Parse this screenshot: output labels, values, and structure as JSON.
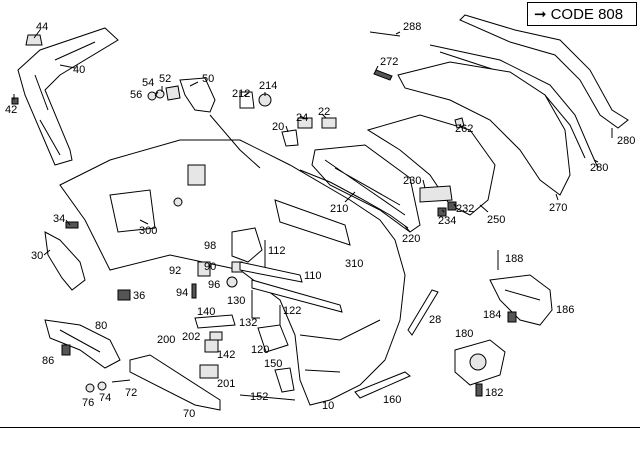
{
  "header": {
    "code_label": "CODE 808"
  },
  "parts": [
    "44",
    "40",
    "42",
    "54",
    "52",
    "50",
    "56",
    "212",
    "214",
    "24",
    "22",
    "20",
    "288",
    "272",
    "280",
    "262",
    "250",
    "270",
    "230",
    "232",
    "234",
    "210",
    "220",
    "300",
    "34",
    "30",
    "98",
    "112",
    "90",
    "92",
    "96",
    "94",
    "110",
    "310",
    "36",
    "130",
    "132",
    "122",
    "140",
    "80",
    "86",
    "200",
    "202",
    "142",
    "120",
    "150",
    "28",
    "152",
    "72",
    "76",
    "74",
    "70",
    "201",
    "10",
    "160",
    "188",
    "184",
    "186",
    "180",
    "182"
  ]
}
